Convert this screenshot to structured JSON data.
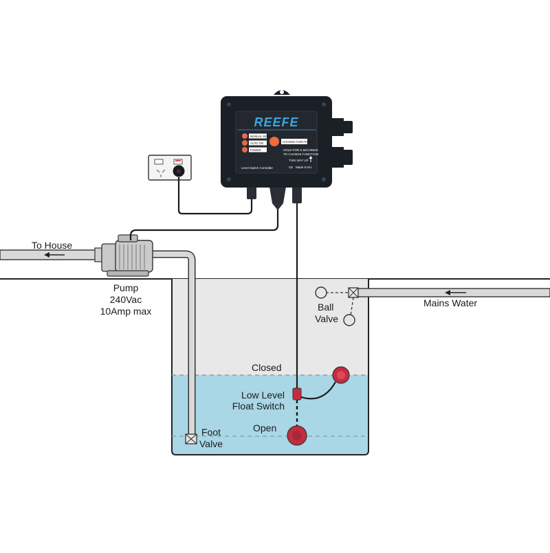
{
  "colors": {
    "water": "#a9d7e6",
    "tank_air": "#e8e8e8",
    "controller_body": "#1b1f26",
    "brand_blue": "#3aa6e0",
    "float_red": "#c42d3f",
    "pipe": "#d9d9d9"
  },
  "labels": {
    "to_house": "To House",
    "pump": [
      "Pump",
      "240Vac",
      "10Amp max"
    ],
    "mains_water": "Mains Water",
    "ball_valve": [
      "Ball",
      "Valve"
    ],
    "closed": "Closed",
    "open": "Open",
    "float_switch": [
      "Low Level",
      "Float Switch"
    ],
    "foot_valve": [
      "Foot",
      "Valve"
    ]
  },
  "controller": {
    "brand": "REEFE",
    "indicators": [
      "MANUAL MODE",
      "AUTO ON",
      "POWER"
    ],
    "button_label": "CHANGE FUNCTION",
    "hint": [
      "HOLD FOR 5 SECONDS",
      "TO CHANGE FUNCTION"
    ],
    "footer_left": "Level Switch Controller",
    "this_way_up": "THIS WAY UP",
    "made_in": "Made in EU",
    "mark": "CE"
  },
  "icons": {
    "flow_arrow_house": "arrow-left-icon",
    "flow_arrow_mains": "arrow-left-icon",
    "up_arrow": "arrow-up-icon",
    "power_outlet": "power-outlet-icon",
    "foot_valve": "foot-valve-icon"
  }
}
